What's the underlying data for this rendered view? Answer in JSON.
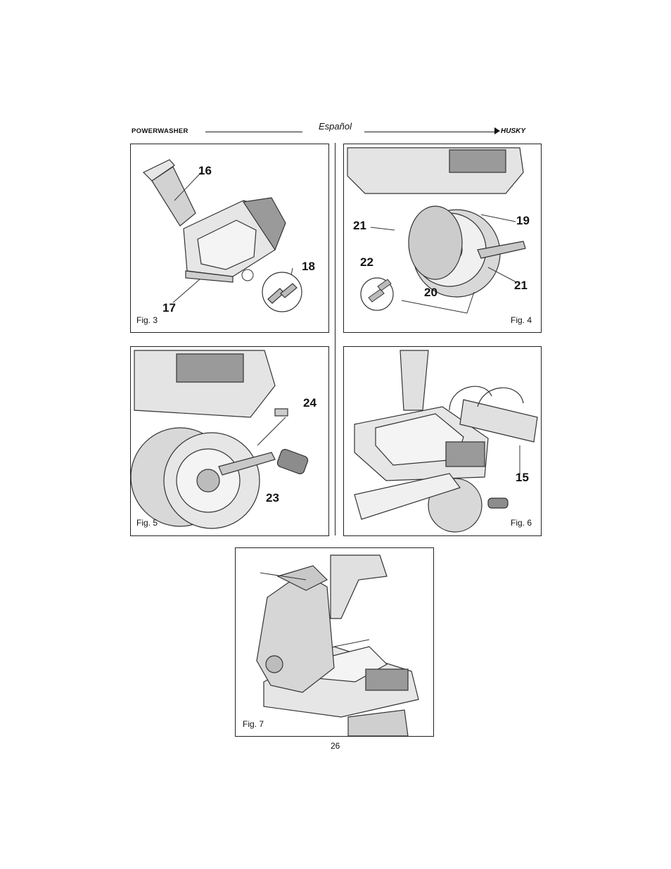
{
  "header": {
    "product": "POWERWASHER",
    "language": "Español",
    "brand": "HUSKY"
  },
  "figures": {
    "fig3": {
      "caption": "Fig. 3",
      "labels": [
        "16",
        "18",
        "17"
      ]
    },
    "fig4": {
      "caption": "Fig. 4",
      "labels": [
        "21",
        "19",
        "22",
        "20",
        "21"
      ]
    },
    "fig5": {
      "caption": "Fig. 5",
      "labels": [
        "24",
        "23"
      ]
    },
    "fig6": {
      "caption": "Fig. 6",
      "labels": [
        "15"
      ]
    },
    "fig7": {
      "caption": "Fig. 7"
    }
  },
  "page_number": "26"
}
